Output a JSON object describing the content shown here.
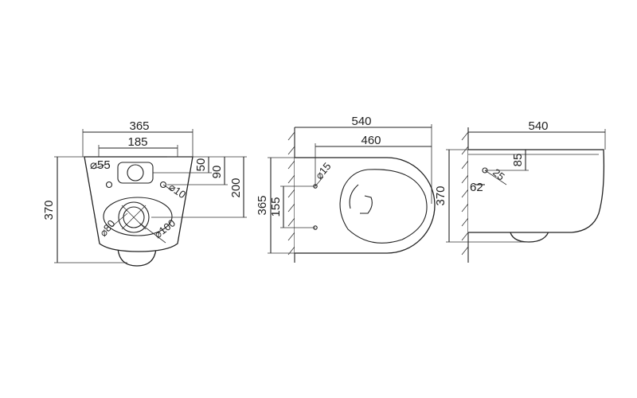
{
  "front_view": {
    "width_total": "365",
    "width_inner": "185",
    "height_total": "370",
    "height_inlet": "200",
    "offset_90": "90",
    "offset_50": "50",
    "hole_55": "⌀55",
    "hole_10": "⌀10",
    "hole_80": "⌀80",
    "hole_100": "⌀100"
  },
  "top_view": {
    "length_total": "540",
    "length_bowl": "460",
    "height_365": "365",
    "height_155": "155",
    "hole_15": "⌀15"
  },
  "side_view": {
    "length_total": "540",
    "height_370": "370",
    "dim_85": "85",
    "dim_62": "62",
    "dim_25": "25"
  },
  "colors": {
    "line": "#222222",
    "background": "#ffffff"
  }
}
